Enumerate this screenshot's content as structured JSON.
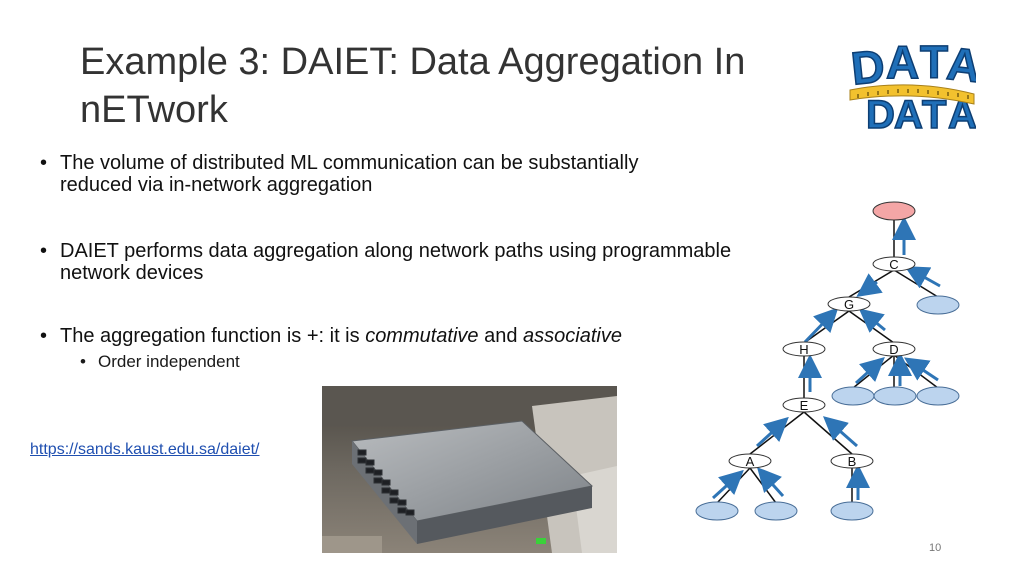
{
  "slide": {
    "title": "Example 3: DAIET: Data Aggregation In nETwork",
    "bullets": [
      "The volume of distributed ML communication can be substantially reduced via in-network aggregation",
      "DAIET performs data aggregation along network paths using programmable network devices"
    ],
    "bullet3": {
      "prefix": "The aggregation function is +: it is ",
      "em1": "commutative",
      "middle": " and ",
      "em2": "associative"
    },
    "sub_bullet": "Order independent",
    "link": "https://sands.kaust.edu.sa/daiet/",
    "page_number": "10"
  },
  "logo": {
    "letters": "DATA",
    "color": "#1f6fb8",
    "tape_color": "#f2c12e"
  },
  "tree": {
    "node_labels": {
      "C": "C",
      "G": "G",
      "H": "H",
      "D": "D",
      "E": "E",
      "A": "A",
      "B": "B"
    },
    "colors": {
      "root": "#f4a6a6",
      "leaf": "#bcd4ee",
      "arrow": "#2e75b6"
    }
  }
}
